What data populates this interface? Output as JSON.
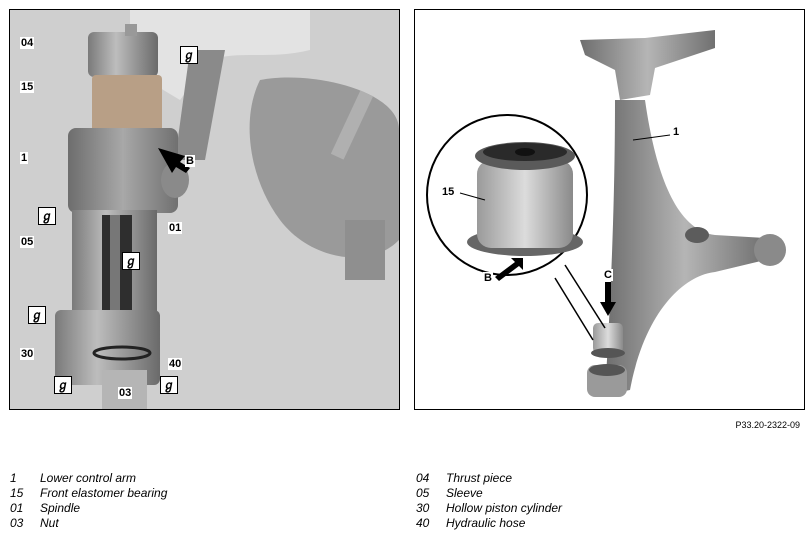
{
  "figure_code": "P33.20-2322-09",
  "left_callouts": {
    "c04": "04",
    "c15": "15",
    "c1": "1",
    "c05": "05",
    "c01": "01",
    "c30": "30",
    "c40": "40",
    "c03": "03",
    "cB": "B"
  },
  "right_callouts": {
    "c15": "15",
    "cB": "B",
    "cC": "C",
    "c1": "1"
  },
  "legend": [
    {
      "num": "1",
      "desc": "Lower control arm"
    },
    {
      "num": "15",
      "desc": "Front elastomer bearing"
    },
    {
      "num": "01",
      "desc": "Spindle"
    },
    {
      "num": "03",
      "desc": "Nut"
    },
    {
      "num": "04",
      "desc": "Thrust piece"
    },
    {
      "num": "05",
      "desc": "Sleeve"
    },
    {
      "num": "30",
      "desc": "Hollow piston cylinder"
    },
    {
      "num": "40",
      "desc": "Hydraulic hose"
    }
  ]
}
